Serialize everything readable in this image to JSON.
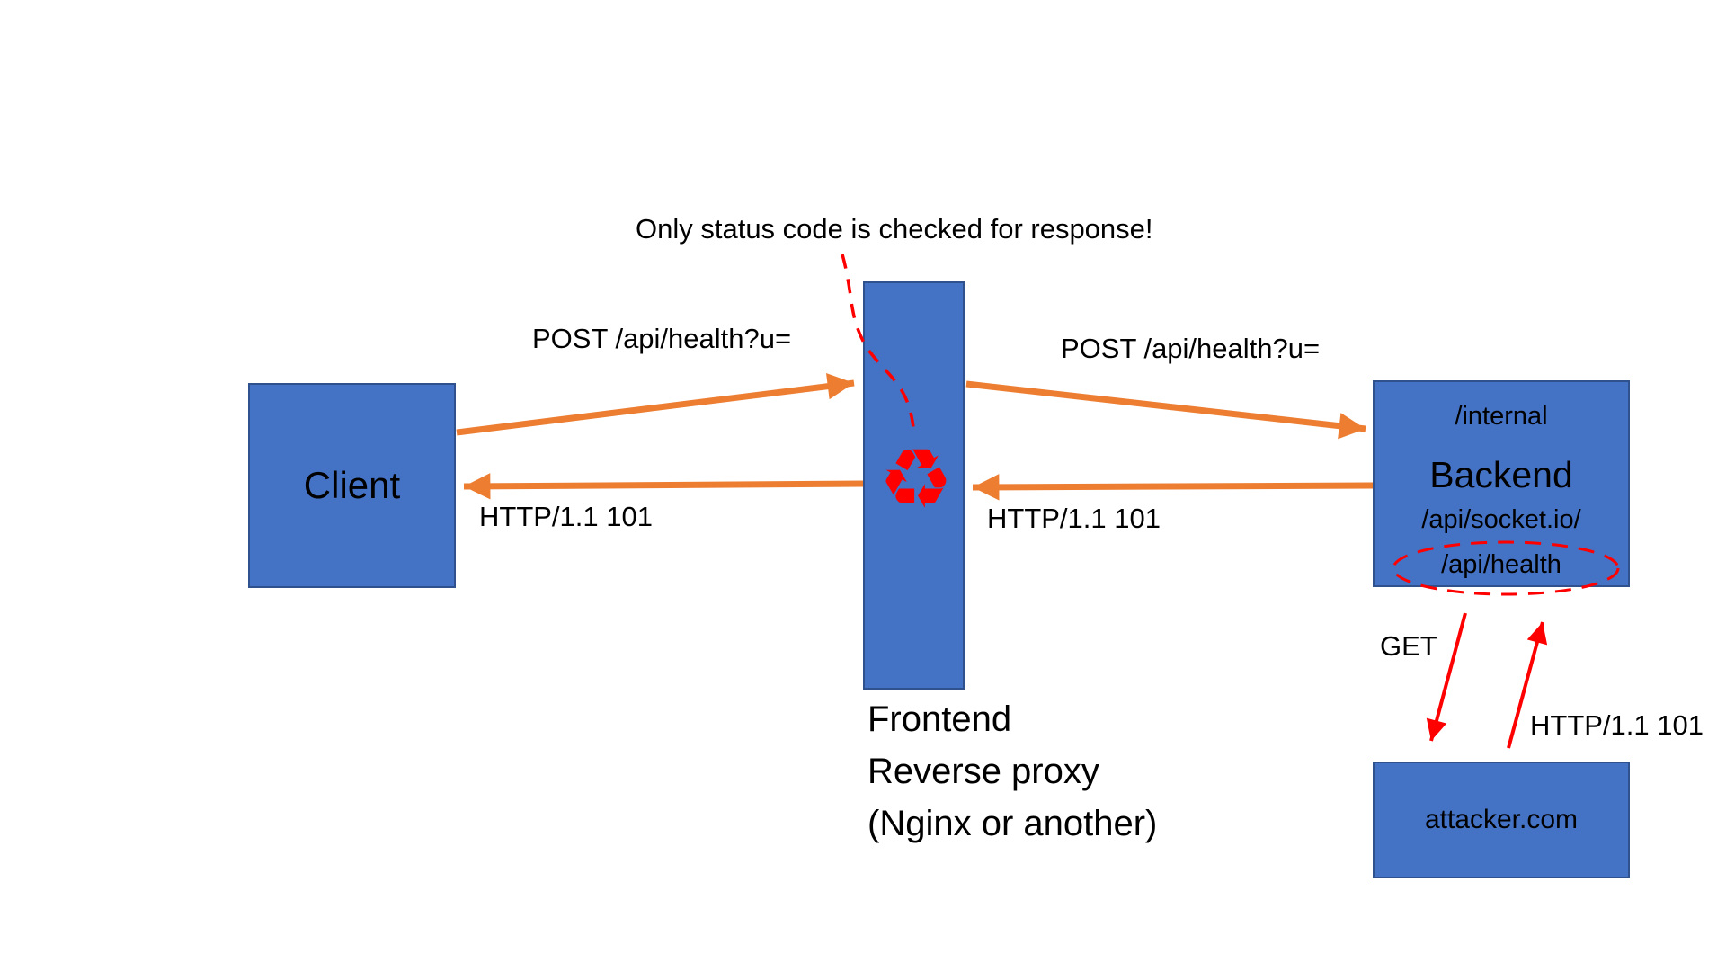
{
  "annotation": {
    "text": "Only status code is checked for response!"
  },
  "nodes": {
    "client": {
      "label": "Client"
    },
    "frontend": {
      "caption_lines": [
        "Frontend",
        "Reverse proxy",
        "(Nginx or another)"
      ]
    },
    "backend": {
      "lines": [
        "/internal",
        "Backend",
        "/api/socket.io/",
        "/api/health"
      ]
    },
    "attacker": {
      "label": "attacker.com"
    }
  },
  "flows": {
    "client_to_frontend": "POST /api/health?u=",
    "frontend_to_backend": "POST /api/health?u=",
    "backend_to_frontend": "HTTP/1.1 101",
    "frontend_to_client": "HTTP/1.1 101",
    "backend_to_attacker": "GET",
    "attacker_to_backend": "HTTP/1.1 101"
  },
  "icons": {
    "recycle": "♻"
  },
  "colors": {
    "node_fill": "#4472C4",
    "node_border": "#2F528F",
    "arrow_orange": "#ED7D31",
    "accent_red": "#FF0000",
    "text": "#000000"
  }
}
